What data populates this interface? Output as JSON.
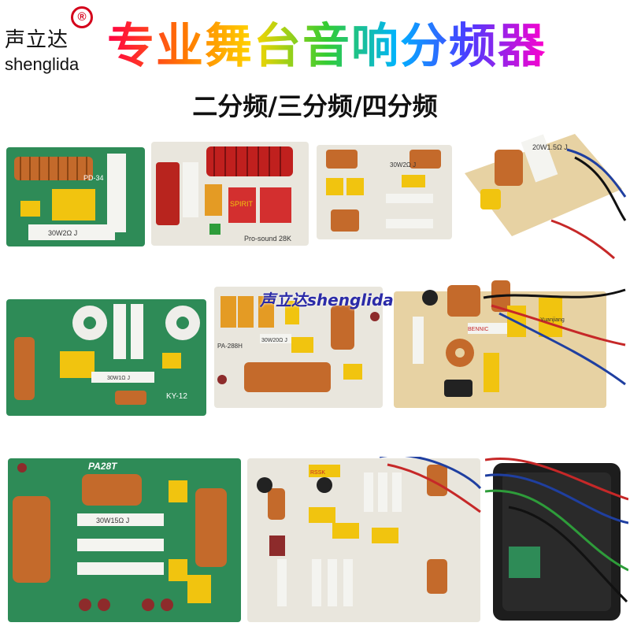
{
  "brand": {
    "name_cn": "声立达",
    "name_en": "shenglida",
    "registered_mark": "®"
  },
  "title": "专业舞台音响分频器",
  "subtitle": "二分频/三分频/四分频",
  "watermark": "声立达shenglida",
  "products": [
    {
      "id": "p1",
      "board": "green",
      "silk": "PD-34",
      "extra": "30W2Ω J"
    },
    {
      "id": "p2",
      "board": "white",
      "silk": "Pro-sound 28K",
      "extra": "SPIRIT"
    },
    {
      "id": "p3",
      "board": "white",
      "silk": "30W2Ω J",
      "extra": ""
    },
    {
      "id": "p4",
      "board": "cream",
      "silk": "20W1.5Ω J",
      "extra": ""
    },
    {
      "id": "p5",
      "board": "green",
      "silk": "KY-12",
      "extra": "30W1Ω J"
    },
    {
      "id": "p6",
      "board": "white",
      "silk": "PA-288H",
      "extra": "30W20Ω J"
    },
    {
      "id": "p7",
      "board": "cream",
      "silk": "BENNIC",
      "extra": "Yuanjiang"
    },
    {
      "id": "p8",
      "board": "green",
      "silk": "PA28T",
      "extra": "30W15Ω J"
    },
    {
      "id": "p9",
      "board": "white",
      "silk": "RSSK",
      "extra": ""
    },
    {
      "id": "p10",
      "board": "black",
      "silk": "",
      "extra": ""
    }
  ],
  "colors": {
    "green_pcb": "#2e8b57",
    "white_pcb": "#e9e6dd",
    "cream_pcb": "#e7d2a3",
    "copper": "#c46a2b",
    "cap_yellow": "#f1c40f"
  }
}
